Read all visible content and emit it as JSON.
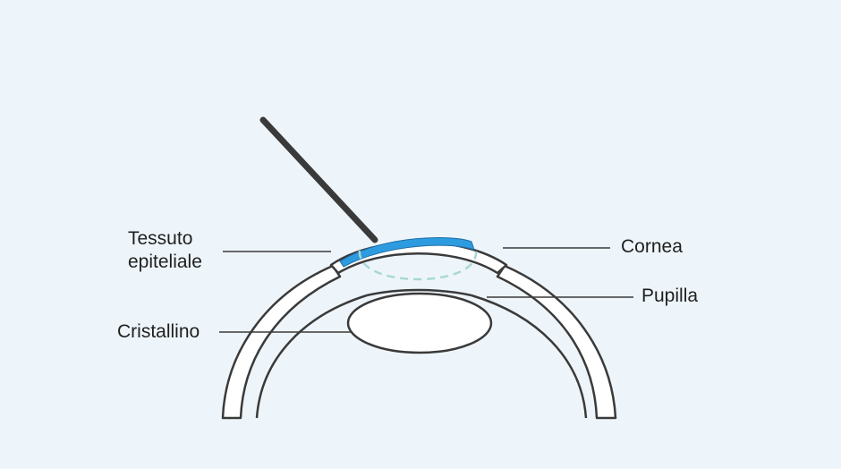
{
  "labels": {
    "epithelial_line1": "Tessuto",
    "epithelial_line2": "epiteliale",
    "cornea": "Cornea",
    "pupil": "Pupilla",
    "lens": "Cristallino"
  },
  "colors": {
    "background": "#eef5fa",
    "outline": "#3a3a3a",
    "fill": "#ffffff",
    "epithelium": "#2d9be0",
    "dashed_area": "#a9d8d4",
    "instrument": "#3a3a3a",
    "leader_line": "#3a3a3a",
    "text": "#1f1f1f"
  }
}
